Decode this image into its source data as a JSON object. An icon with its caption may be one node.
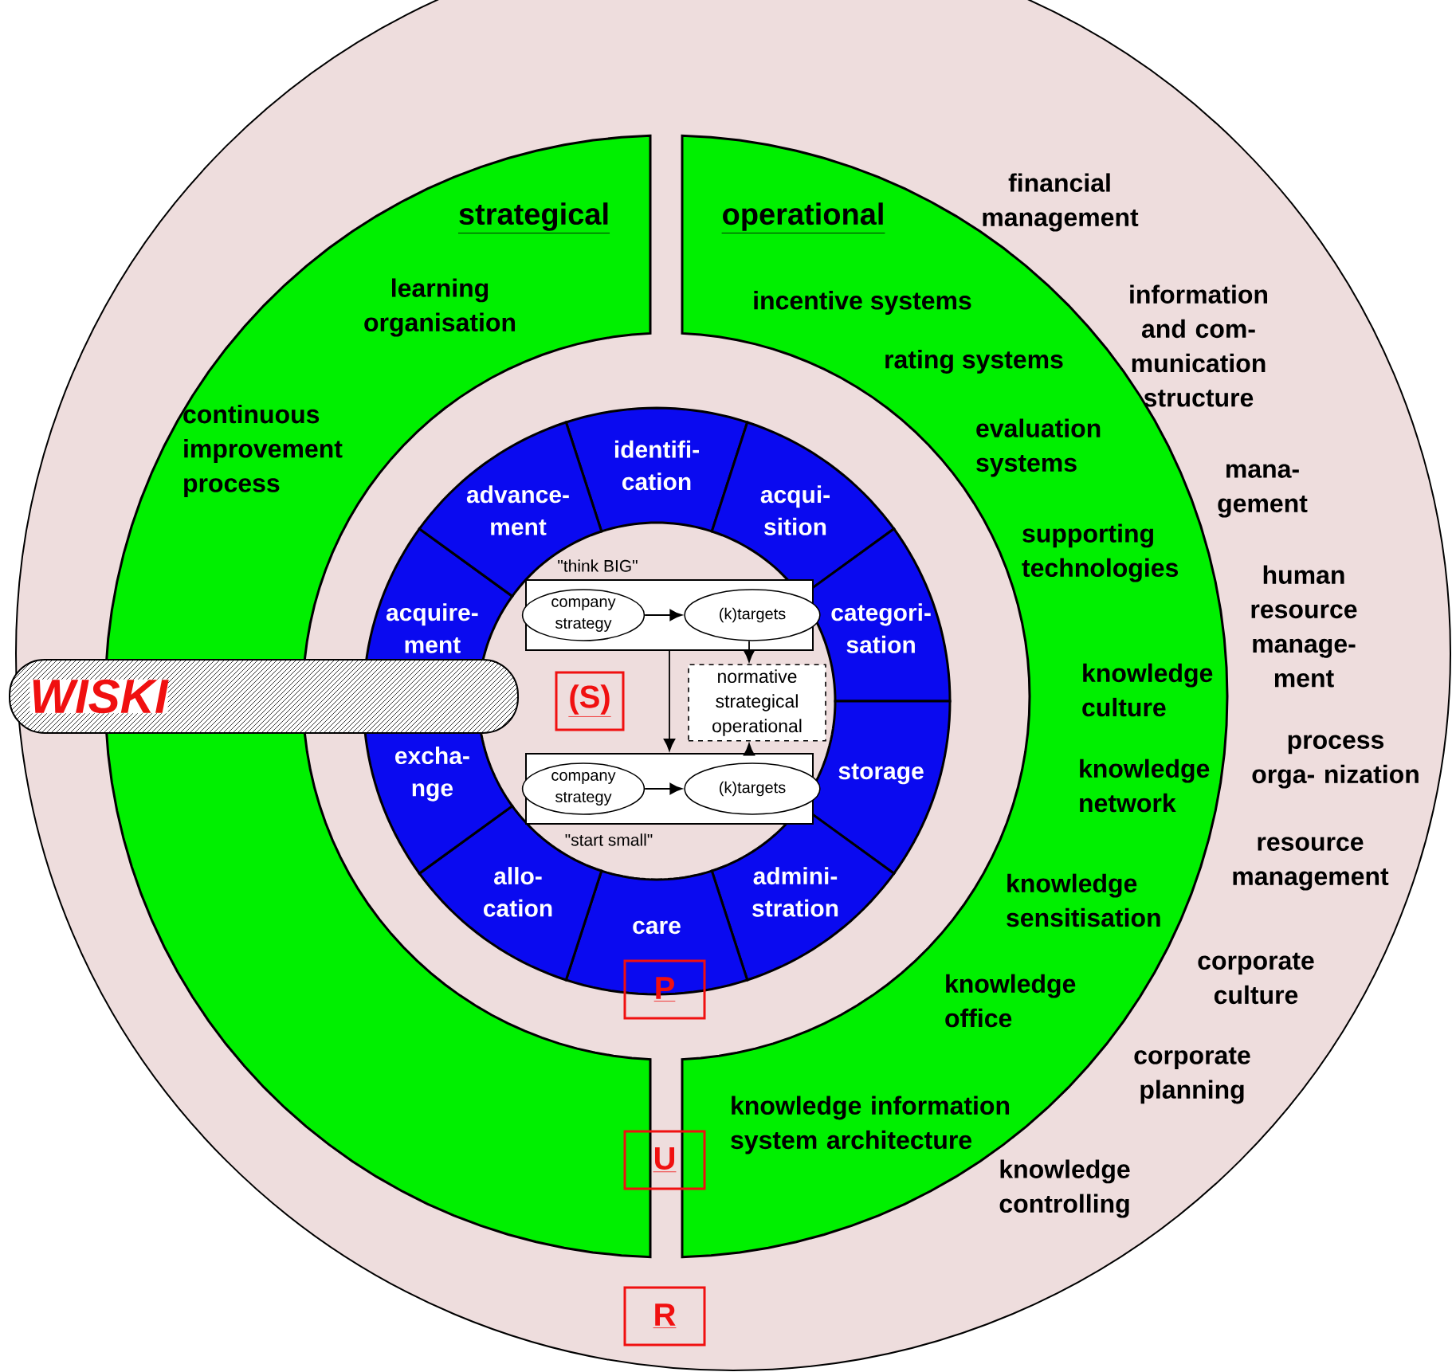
{
  "diagram": {
    "nodes": [
      {
        "text": [
          "strategical",
          "learning organisation",
          "continuous improvement process"
        ]
      },
      {
        "text": [
          "operational",
          "incentive systems",
          "rating systems",
          "evaluation systems",
          "supporting technologies",
          "knowledge culture",
          "knowledge network",
          "knowledge sensitisation",
          "knowledge office",
          "knowledge information system architecture"
        ]
      },
      {
        "text": [
          "identifi- cation"
        ]
      },
      {
        "text": [
          "acqui- sition"
        ]
      },
      {
        "text": [
          "categori- sation"
        ]
      },
      {
        "text": [
          "storage"
        ]
      },
      {
        "text": [
          "admini- stration"
        ]
      },
      {
        "text": [
          "care"
        ]
      },
      {
        "text": [
          "allo- cation"
        ]
      },
      {
        "text": [
          "excha- nge"
        ]
      },
      {
        "text": [
          "acquire- ment"
        ]
      },
      {
        "text": [
          "advance- ment"
        ]
      },
      {
        "text": [
          "WISKI"
        ]
      },
      {
        "text": [],
        "shape": "box",
        "beside": [
          "\"think BIG\""
        ]
      },
      {
        "text": [
          "company strategy"
        ],
        "in": 13
      },
      {
        "text": [
          "(k)targets"
        ],
        "in": 13
      },
      {
        "text": [
          "normative strategical operational"
        ]
      },
      {
        "text": [],
        "shape": "box",
        "beside": [
          "\"start small\""
        ]
      },
      {
        "text": [
          "company strategy"
        ],
        "in": 17
      },
      {
        "text": [
          "(k)targets"
        ],
        "in": 17
      },
      {
        "text": [
          "(S)"
        ]
      },
      {
        "text": [
          "P"
        ]
      },
      {
        "text": [
          "U"
        ]
      },
      {
        "text": [
          "R"
        ]
      }
    ],
    "edges": [
      {
        "from": 14,
        "to": 15,
        "arrow": "to"
      },
      {
        "from": 15,
        "to": 16,
        "arrow": "to"
      },
      {
        "from": 13,
        "to": 17,
        "arrow": "to"
      },
      {
        "from": 17,
        "to": 16,
        "arrow": "to"
      },
      {
        "from": 18,
        "to": 19,
        "arrow": "to"
      }
    ],
    "labels": [
      "financial management",
      "information and com- munication structure",
      "mana- gement",
      "human resource manage- ment",
      "process orga- nization",
      "resource management",
      "corporate culture",
      "corporate planning",
      "knowledge controlling"
    ]
  }
}
